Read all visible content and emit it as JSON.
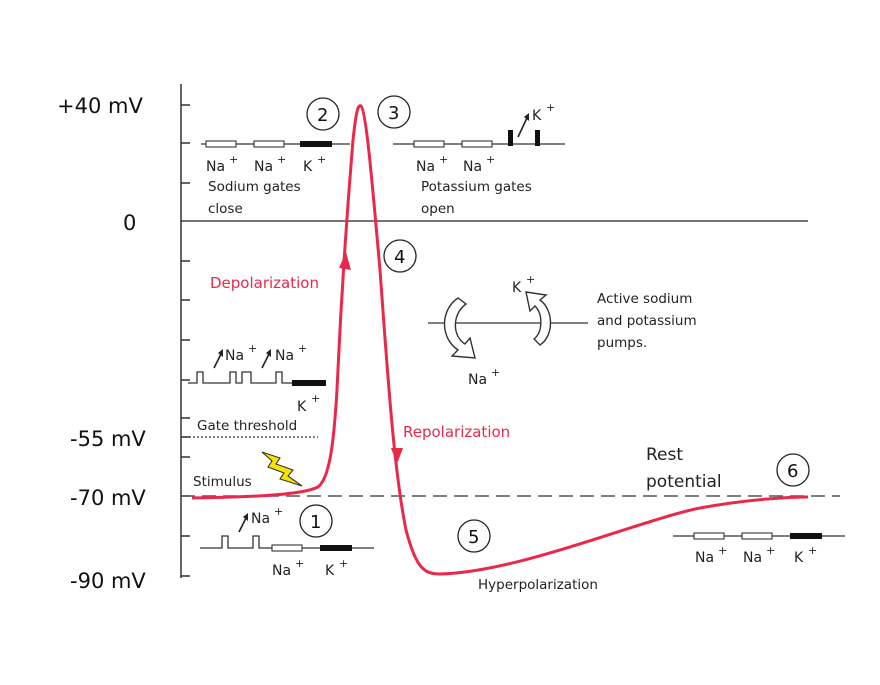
{
  "y_labels": {
    "plus40": "+40 mV",
    "zero": "0",
    "minus55": "-55 mV",
    "minus70": "-70 mV",
    "minus90": "-90 mV"
  },
  "steps": [
    "1",
    "2",
    "3",
    "4",
    "5",
    "6"
  ],
  "labels": {
    "depolarization": "Depolarization",
    "repolarization": "Repolarization",
    "hyperpolarization": "Hyperpolarization",
    "gate_threshold": "Gate threshold",
    "stimulus": "Stimulus",
    "rest_line1": "Rest",
    "rest_line2": "potential",
    "sodium_close_line1": "Sodium gates",
    "sodium_close_line2": "close",
    "potassium_open_line1": "Potassium gates",
    "potassium_open_line2": "open",
    "pumps_line1": "Active sodium",
    "pumps_line2": "and potassium",
    "pumps_line3": "pumps."
  },
  "ions": {
    "na": "Na",
    "k": "K",
    "plus": "+"
  },
  "colors": {
    "curve": "#e8294c",
    "axis": "#333333",
    "text": "#111111"
  }
}
